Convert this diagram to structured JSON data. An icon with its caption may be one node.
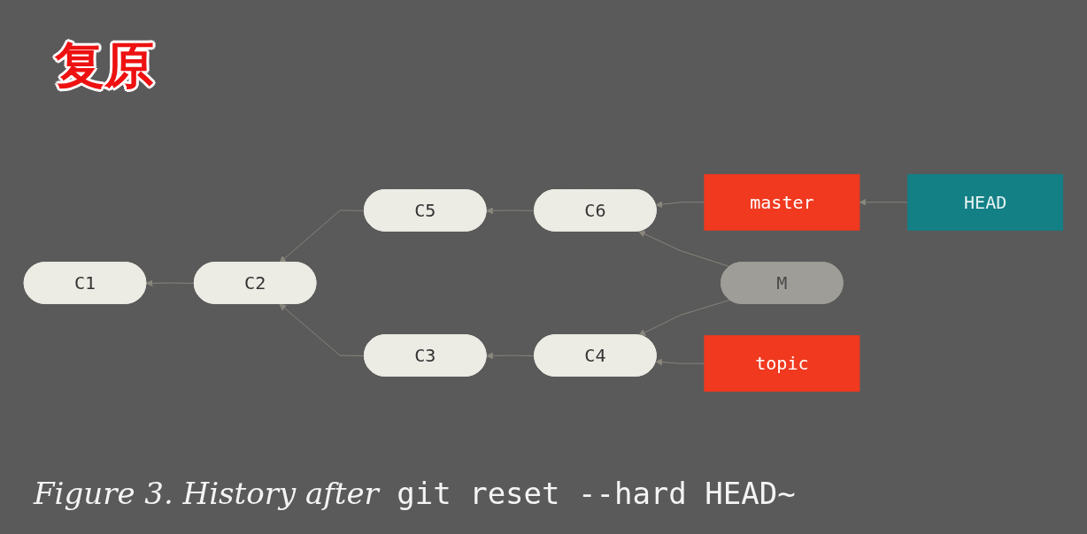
{
  "diagram": {
    "title": "复原",
    "caption": "*Figure 3. History after* git reset --hard HEAD~",
    "nodes": [
      {
        "text": [
          "HEAD"
        ]
      },
      {
        "text": [
          "master"
        ]
      },
      {
        "text": [
          "C1"
        ]
      },
      {
        "text": [
          "C2"
        ]
      },
      {
        "text": [
          "C5"
        ]
      },
      {
        "text": [
          "C6"
        ]
      },
      {
        "text": [
          "M"
        ]
      },
      {
        "text": [
          "C3"
        ]
      },
      {
        "text": [
          "C4"
        ]
      },
      {
        "text": [
          "topic"
        ]
      }
    ],
    "edges": [
      {
        "from": 0,
        "to": 1,
        "arrow": "to"
      },
      {
        "from": 1,
        "to": 5,
        "arrow": "to"
      },
      {
        "from": 3,
        "to": 2,
        "arrow": "to"
      },
      {
        "from": 4,
        "to": 3,
        "arrow": "to"
      },
      {
        "from": 5,
        "to": 4,
        "arrow": "to"
      },
      {
        "from": 6,
        "to": 5,
        "arrow": "to"
      },
      {
        "from": 6,
        "to": 8,
        "arrow": "to"
      },
      {
        "from": 7,
        "to": 3,
        "arrow": "to"
      },
      {
        "from": 8,
        "to": 7,
        "arrow": "to"
      },
      {
        "from": 9,
        "to": 8,
        "arrow": "to"
      }
    ]
  }
}
